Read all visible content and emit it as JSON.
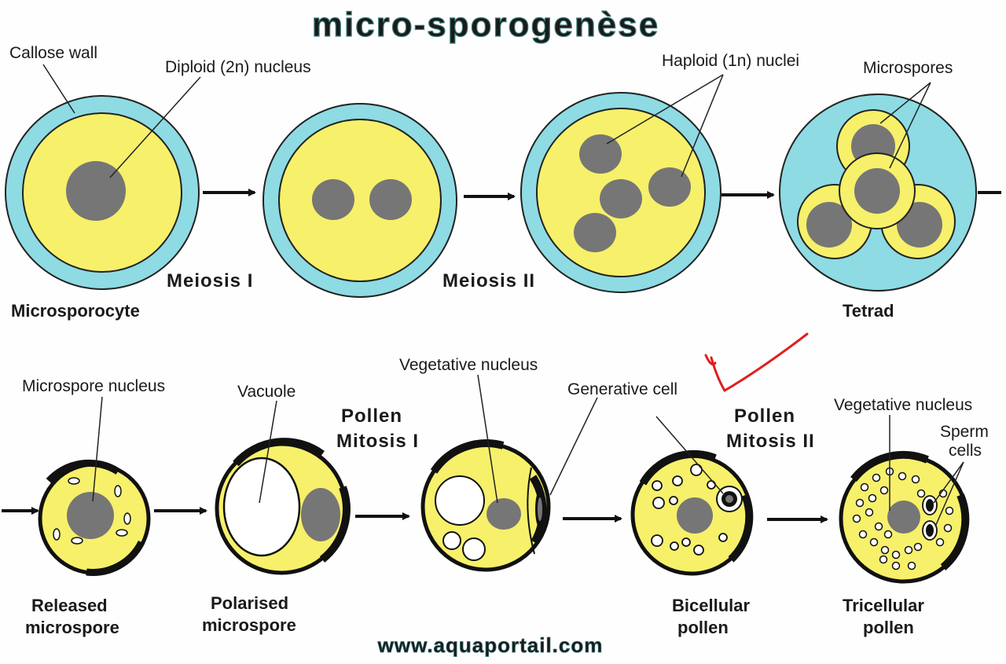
{
  "title": "micro-sporogenèse",
  "website": "www.aquaportail.com",
  "colors": {
    "cytoplasm": "#f7f06a",
    "callose": "#8edbe3",
    "nucleus": "#767676",
    "wall": "#111111",
    "title": "#8ee3e0",
    "check_mark": "#e01e1e"
  },
  "labels": {
    "callose_wall": "Callose wall",
    "diploid_nucleus": "Diploid (2n) nucleus",
    "haploid_nuclei": "Haploid (1n) nuclei",
    "microspores": "Microspores",
    "microspore_nucleus": "Microspore nucleus",
    "vacuole": "Vacuole",
    "vegetative_nucleus_1": "Vegetative nucleus",
    "generative_cell": "Generative cell",
    "vegetative_nucleus_2": "Vegetative nucleus",
    "sperm_cells_line1": "Sperm",
    "sperm_cells_line2": "cells"
  },
  "steps": {
    "meiosis_1": "Meiosis I",
    "meiosis_2": "Meiosis II",
    "pollen_mitosis_1_line1": "Pollen",
    "pollen_mitosis_1_line2": "Mitosis I",
    "pollen_mitosis_2_line1": "Pollen",
    "pollen_mitosis_2_line2": "Mitosis II"
  },
  "stages": {
    "microsporocyte": "Microsporocyte",
    "tetrad": "Tetrad",
    "released_line1": "Released",
    "released_line2": "microspore",
    "polarised_line1": "Polarised",
    "polarised_line2": "microspore",
    "bicellular_line1": "Bicellular",
    "bicellular_line2": "pollen",
    "tricellular_line1": "Tricellular",
    "tricellular_line2": "pollen"
  }
}
